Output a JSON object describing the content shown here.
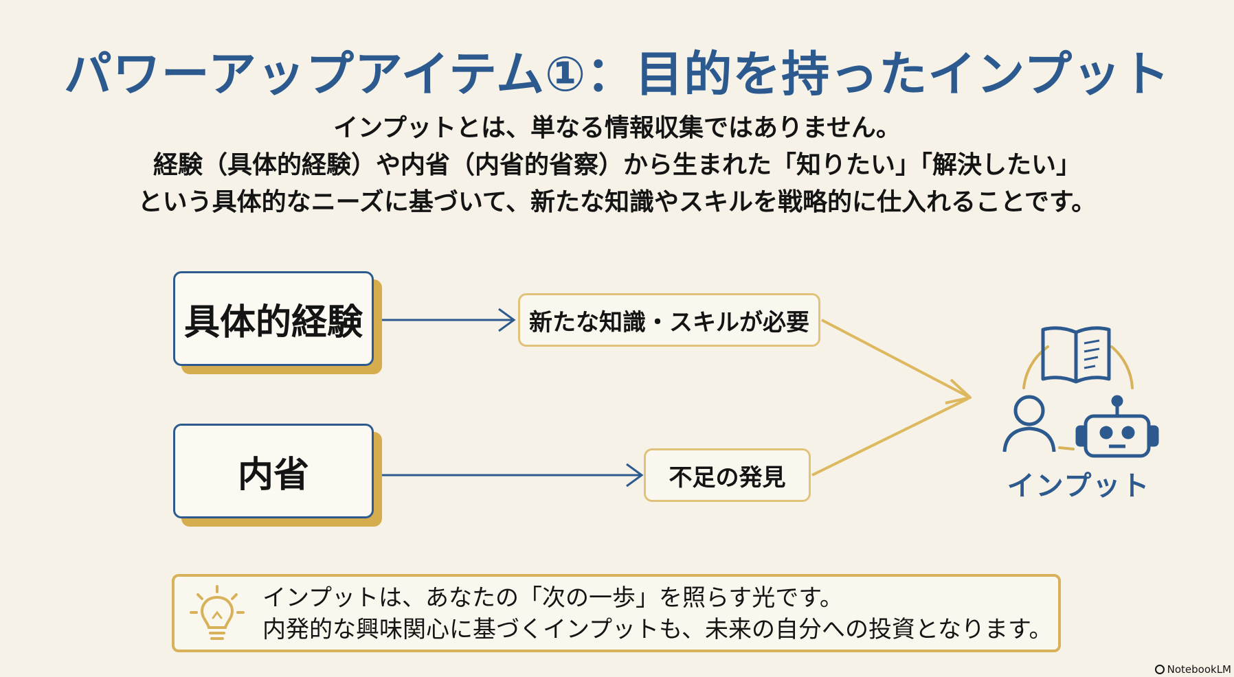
{
  "title": "パワーアップアイテム①：目的を持ったインプット",
  "intro": {
    "line1": "インプットとは、単なる情報収集ではありません。",
    "line2": "経験（具体的経験）や内省（内省的省察）から生まれた「知りたい」「解決したい」",
    "line3": "という具体的なニーズに基づいて、新たな知識やスキルを戦略的に仕入れることです。"
  },
  "diagram": {
    "source_experience": "具体的経験",
    "source_reflection": "内省",
    "mid_need": "新たな知識・スキルが必要",
    "mid_gap": "不足の発見",
    "target_label": "インプット",
    "icons": [
      "book-icon",
      "person-icon",
      "robot-icon"
    ],
    "colors": {
      "navy": "#2c5a8f",
      "gold": "#d8b25a"
    }
  },
  "tip": {
    "icon": "lightbulb-icon",
    "line1": "インプットは、あなたの「次の一歩」を照らす光です。",
    "line2": "内発的な興味関心に基づくインプットも、未来の自分への投資となります。"
  },
  "footer": {
    "brand": "NotebookLM"
  }
}
